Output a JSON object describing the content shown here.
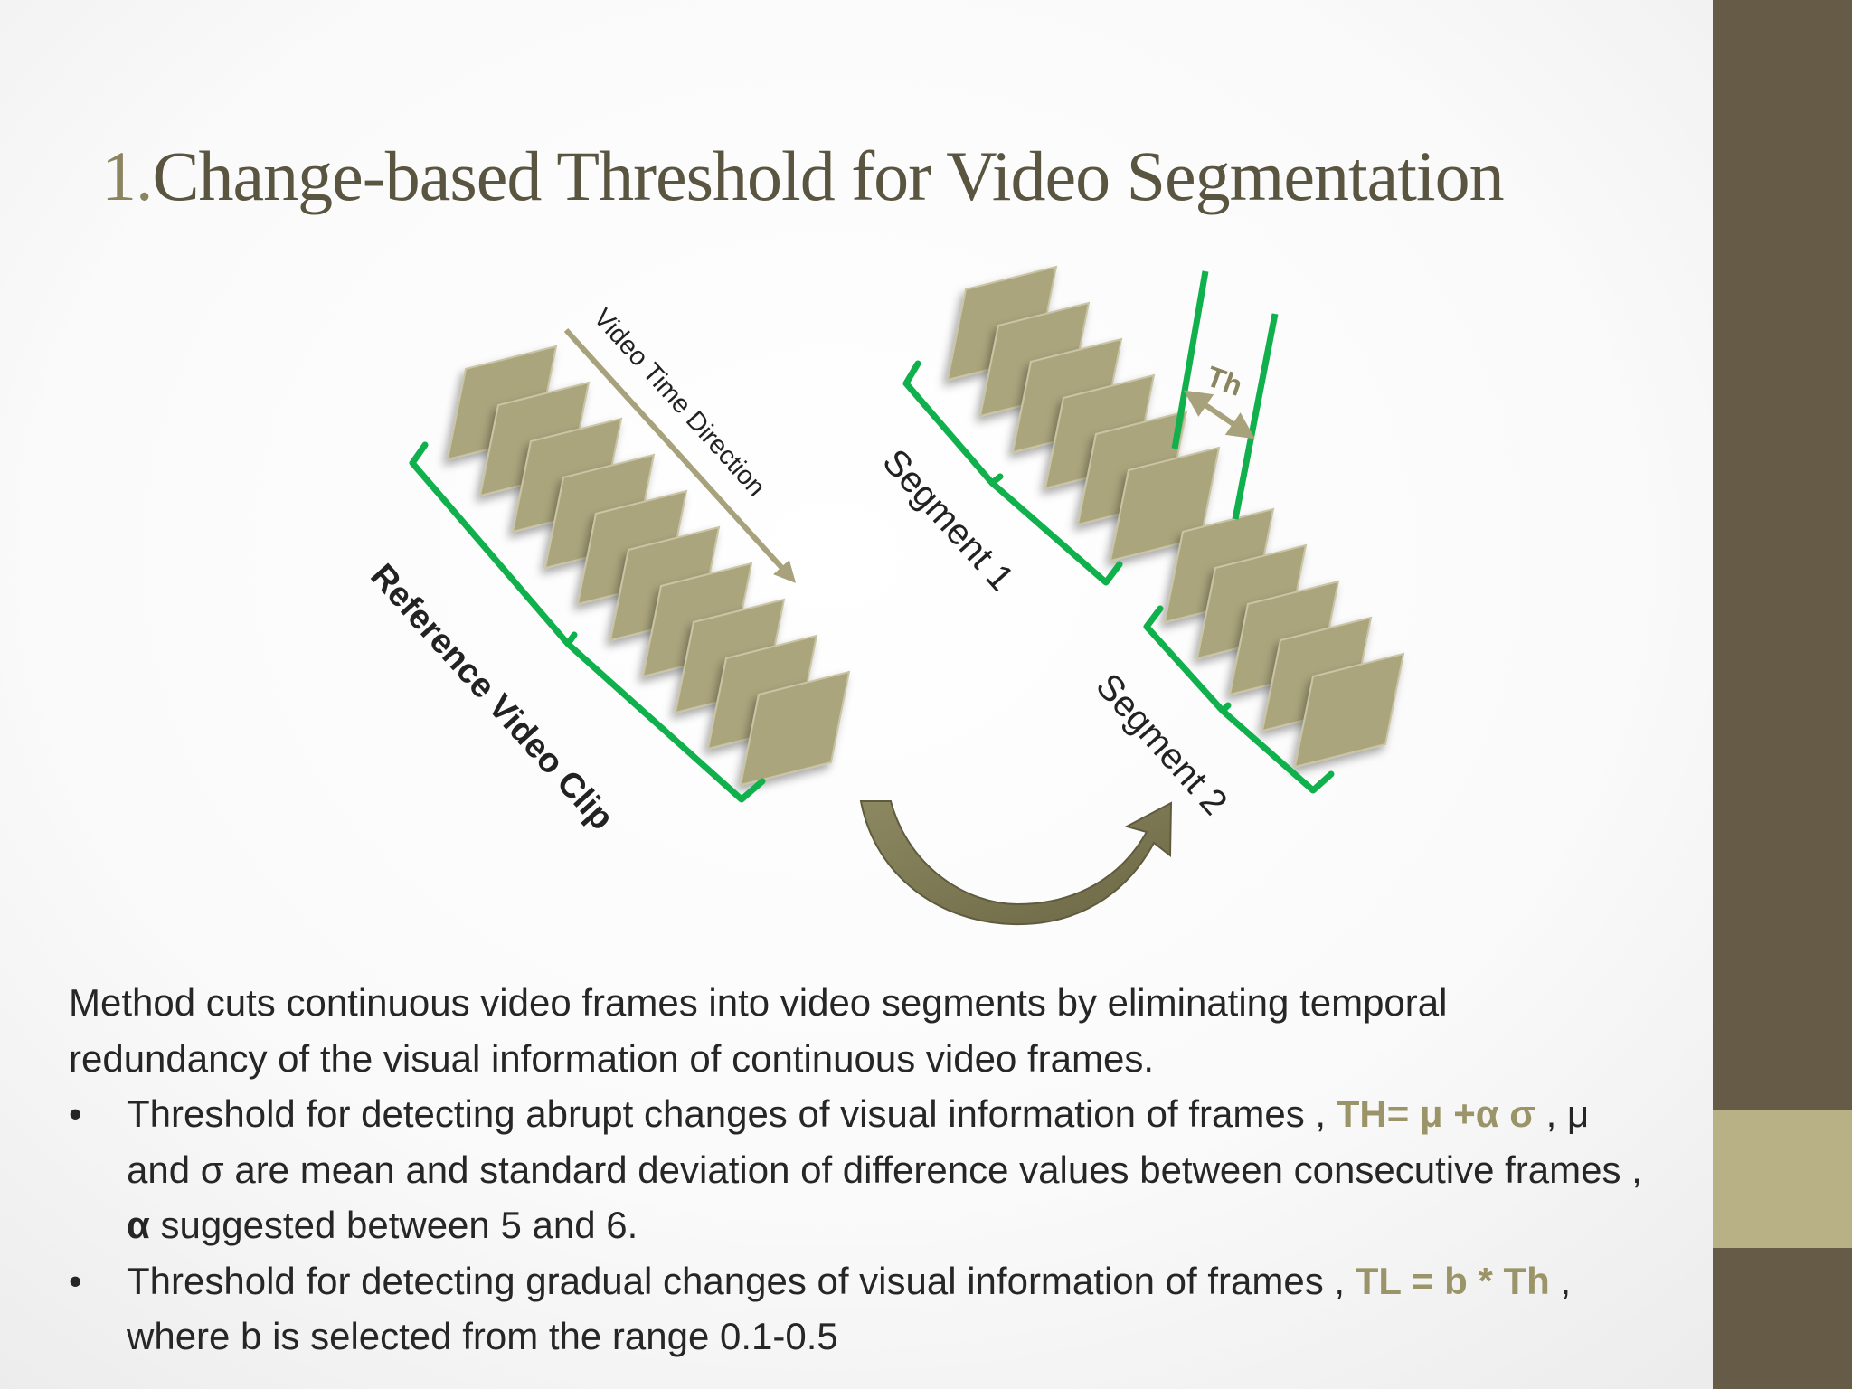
{
  "slide": {
    "title_number": "1.",
    "title_text": "Change-based Threshold for Video Segmentation"
  },
  "diagram": {
    "time_direction_label": "Video Time Direction",
    "reference_label": "Reference Video Clip",
    "segment1_label": "Segment 1",
    "segment2_label": "Segment 2",
    "threshold_label": "Th",
    "reference_frame_count": 10,
    "segment1_frame_count": 6,
    "segment2_frame_count": 5
  },
  "body": {
    "intro": "Method cuts continuous video frames into video segments  by eliminating temporal redundancy of the visual information of continuous video frames.",
    "bullet1_pre": "Threshold  for  detecting abrupt changes of visual information of frames , ",
    "bullet1_formula": "TH= μ +α σ",
    "bullet1_mid": " , μ and σ are mean and standard deviation of difference values between consecutive frames , ",
    "bullet1_alpha": "α",
    "bullet1_post": " suggested between 5 and 6.",
    "bullet2_pre": "Threshold  for  detecting gradual changes of visual information of frames , ",
    "bullet2_formula": "TL = b * Th",
    "bullet2_post": " , where b is selected from the range 0.1-0.5"
  },
  "colors": {
    "sidebar_dark": "#655b47",
    "sidebar_light": "#b8b186",
    "frame_fill": "#aba57d",
    "bracket_green": "#10b04c",
    "highlight": "#9a9468",
    "title": "#5a5540"
  }
}
